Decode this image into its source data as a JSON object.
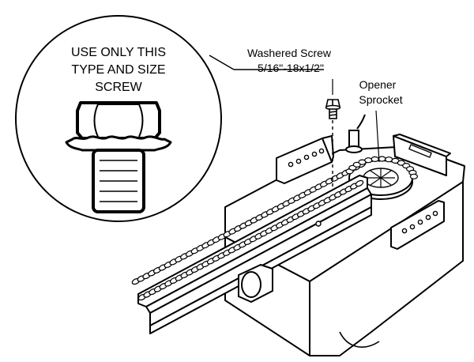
{
  "callout": {
    "line1": "USE ONLY THIS",
    "line2": "TYPE AND SIZE",
    "line3": "SCREW"
  },
  "labels": {
    "screw_line1": "Washered Screw",
    "screw_line2": "5/16\"-18x1/2\"",
    "sprocket_line1": "Opener",
    "sprocket_line2": "Sprocket"
  },
  "colors": {
    "ink": "#000000",
    "paper": "#ffffff"
  }
}
